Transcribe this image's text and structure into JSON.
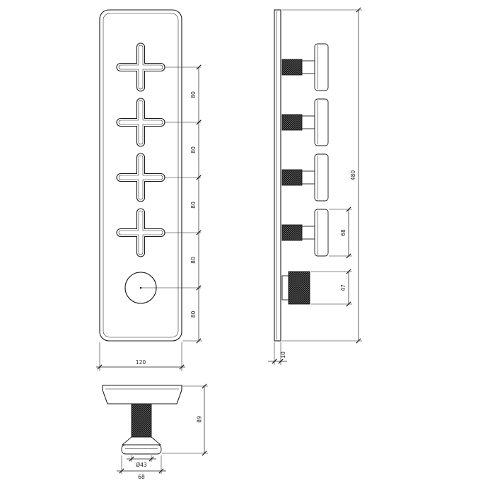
{
  "drawing": {
    "front": {
      "pitch_labels": [
        "80",
        "80",
        "80",
        "80",
        "80"
      ],
      "width": "120"
    },
    "side": {
      "total_height": "480",
      "handle_span": "68",
      "knob_height": "47",
      "plate_thickness": "10"
    },
    "bottom": {
      "depth": "89",
      "stem_diameter": "Ø43",
      "handle_width": "68"
    },
    "colors": {
      "line": "#1a1a1a",
      "knurl_fill": "#1c1c1c",
      "background": "#ffffff"
    }
  }
}
